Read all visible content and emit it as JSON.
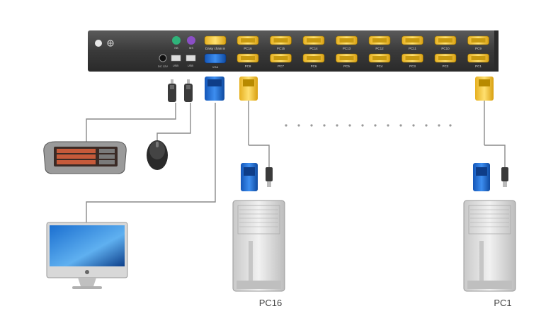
{
  "kvm": {
    "port_labels_top": [
      "PC16",
      "PC15",
      "PC14",
      "PC13",
      "PC12",
      "PC11",
      "PC10",
      "PC9"
    ],
    "port_labels_bottom": [
      "PC8",
      "PC7",
      "PC6",
      "PC5",
      "PC4",
      "PC3",
      "PC2",
      "PC1"
    ],
    "daisy_label": "Daisy chain in",
    "ps2_labels": [
      "KB",
      "MS"
    ],
    "usb_labels": [
      "USB",
      "USB"
    ],
    "power_label": "DC 12V",
    "vga_label": "VGA"
  },
  "computers": {
    "left_label": "PC16",
    "right_label": "PC1"
  },
  "colors": {
    "vga_blue": "#1e6fd6",
    "vga_yellow": "#f4c430",
    "panel": "#3b3b3b",
    "cable": "#8a8a8a"
  }
}
